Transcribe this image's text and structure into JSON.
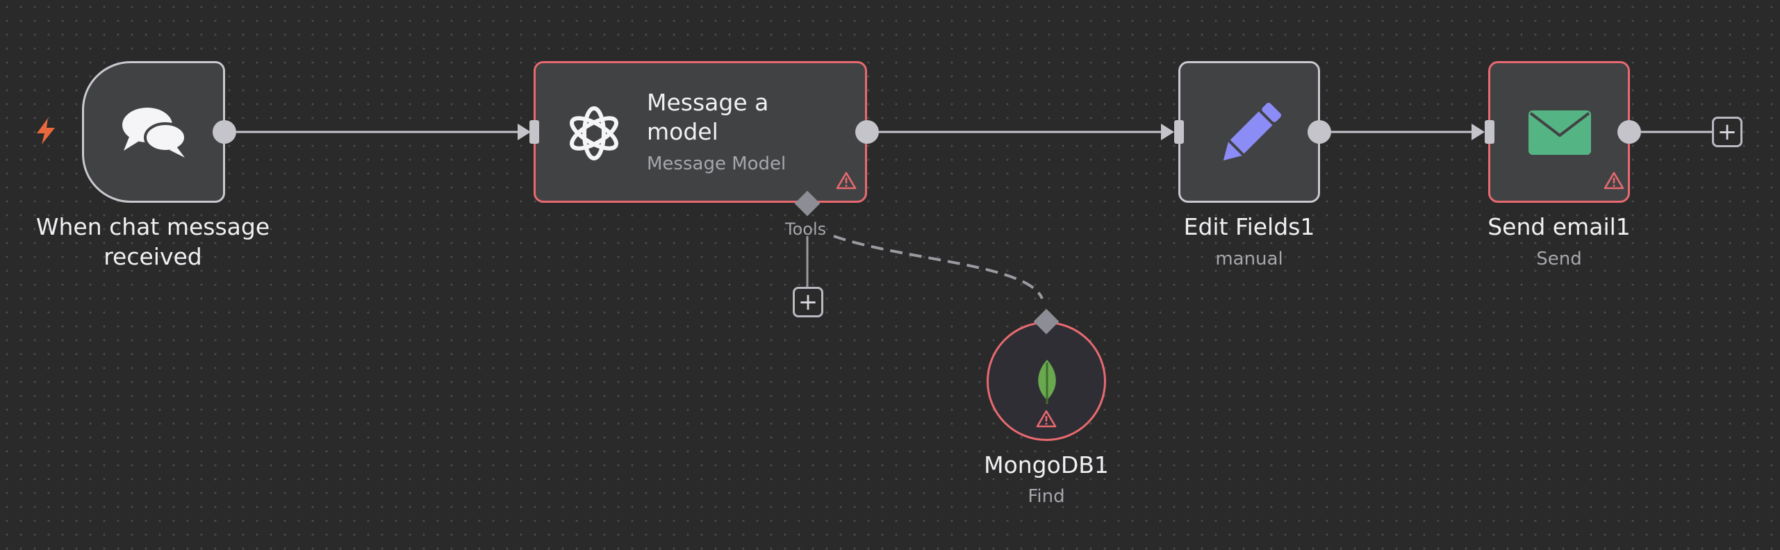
{
  "nodes": {
    "chat_trigger": {
      "label_line1": "When chat message",
      "label_line2": "received"
    },
    "message_model": {
      "title_line1": "Message a",
      "title_line2": "model",
      "subtitle": "Message Model",
      "tools_label": "Tools"
    },
    "edit_fields": {
      "label": "Edit Fields1",
      "sublabel": "manual"
    },
    "send_email": {
      "label": "Send email1",
      "sublabel": "Send"
    },
    "mongodb": {
      "label": "MongoDB1",
      "sublabel": "Find"
    }
  },
  "plus_glyph": "+",
  "icons": {
    "trigger": "lightning-bolt-icon",
    "chat": "chat-bubbles-icon",
    "openai": "openai-logo-icon",
    "edit": "pencil-icon",
    "email": "envelope-icon",
    "mongodb": "mongodb-leaf-icon",
    "warning": "warning-triangle-icon"
  },
  "colors": {
    "canvas": "#2a2a2b",
    "node_bg": "#414244",
    "node_border": "#c9c9ce",
    "error_border": "#e86a70",
    "pencil": "#8c8cf7",
    "envelope": "#55b484",
    "leaf": "#6aa84f",
    "trigger_bolt": "#e8693c"
  }
}
